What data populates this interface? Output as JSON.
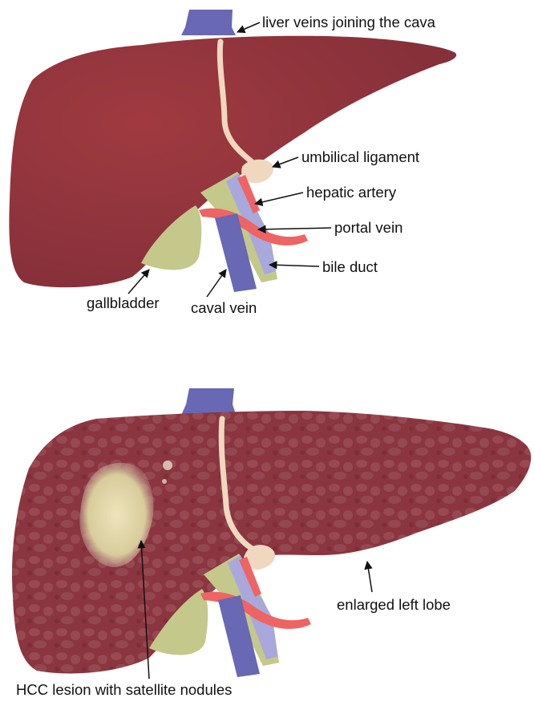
{
  "labels": {
    "liver_veins": "liver veins joining the cava",
    "umbilical_ligament": "umbilical ligament",
    "hepatic_artery": "hepatic artery",
    "portal_vein": "portal vein",
    "bile_duct": "bile duct",
    "gallbladder": "gallbladder",
    "caval_vein": "caval vein",
    "enlarged_left_lobe": "enlarged left lobe",
    "hcc_lesion": "HCC lesion with satellite nodules"
  },
  "colors": {
    "healthy_liver": "#8e3238",
    "cirrhotic_liver": "#8a3540",
    "caval_vein": "#6868b4",
    "portal_vein": "#a8a8dc",
    "hepatic_artery": "#ee6464",
    "bile_duct": "#c4c88a",
    "gallbladder": "#c4c88a",
    "ligament": "#f0d8c0",
    "lesion": "#e8dcb0"
  }
}
